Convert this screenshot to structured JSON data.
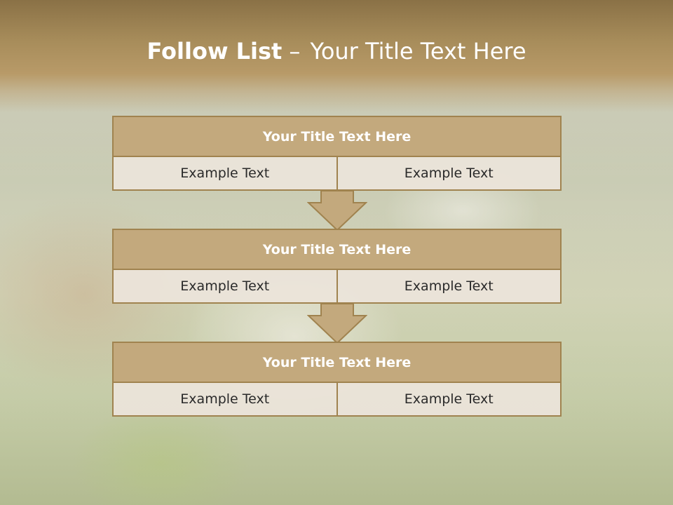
{
  "title": {
    "bold": "Follow List",
    "dash": "–",
    "rest": "Your Title Text Here"
  },
  "steps": [
    {
      "title": "Your Title Text Here",
      "left": "Example Text",
      "right": "Example Text"
    },
    {
      "title": "Your Title Text Here",
      "left": "Example Text",
      "right": "Example Text"
    },
    {
      "title": "Your Title Text Here",
      "left": "Example Text",
      "right": "Example Text"
    }
  ],
  "colors": {
    "header": "#a88d5b",
    "box_title": "#c3a97d",
    "box_border": "#a0834f",
    "box_cell": "#ece4da"
  }
}
